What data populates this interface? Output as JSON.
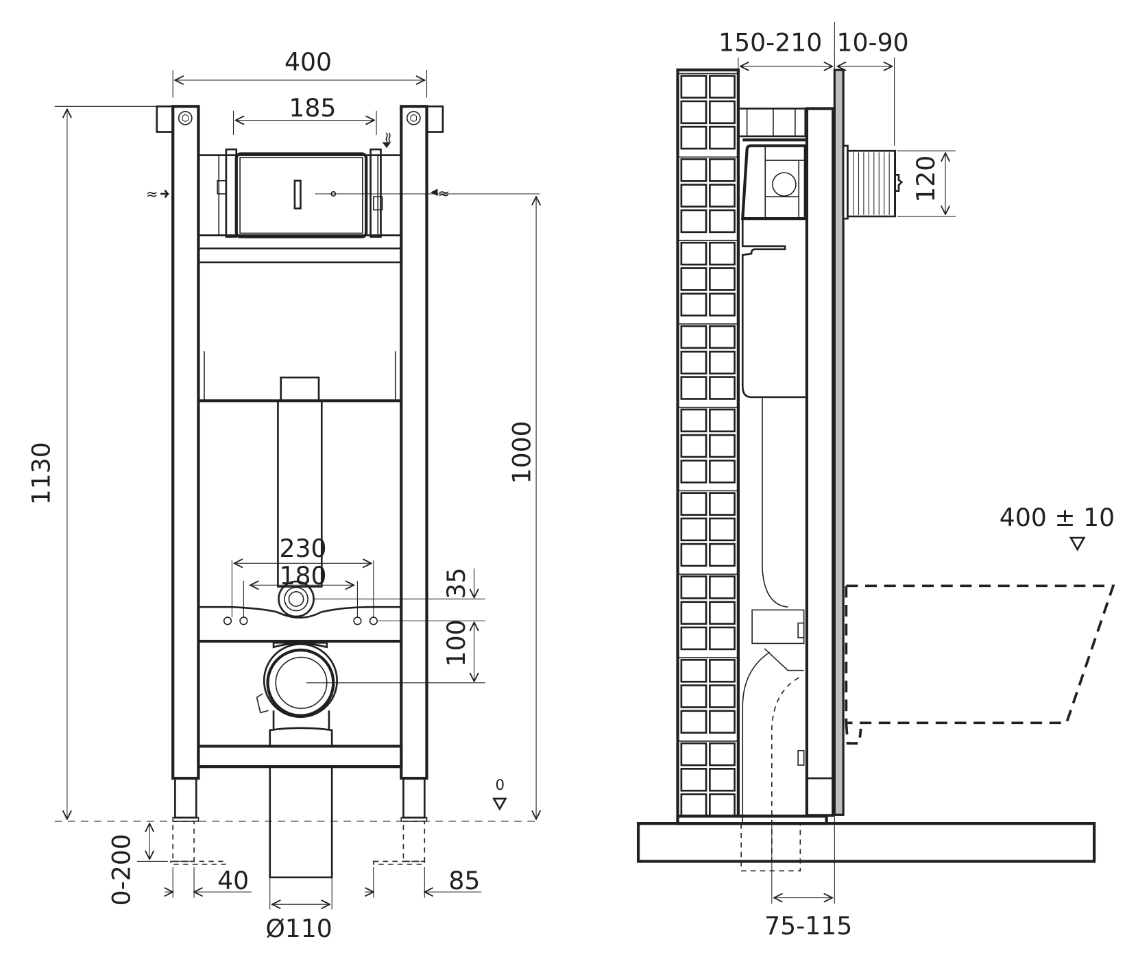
{
  "drawing": {
    "title": "Wall-hung WC installation frame — front and side views",
    "colors": {
      "line": "#231f20",
      "panel": "#bcbec0",
      "background": "#ffffff"
    }
  },
  "front_view": {
    "dims": {
      "frame_width": "400",
      "flush_plate_width": "185",
      "total_height": "1130",
      "flush_height": "1000",
      "bolt_outer": "230",
      "bolt_inner": "180",
      "inlet_offset": "35",
      "outlet_offset": "100",
      "leg_adjust": "0-200",
      "foot_width": "40",
      "foot_depth": "85",
      "drain_diameter": "Ø110",
      "floor_level": "0"
    },
    "icons": [
      "water-inlet-left-icon",
      "water-inlet-right-icon",
      "water-inlet-top-icon",
      "floor-level-marker-icon"
    ]
  },
  "side_view": {
    "dims": {
      "frame_depth": "150-210",
      "panel_offset": "10-90",
      "button_height": "120",
      "bowl_height": "400 ± 10",
      "drain_offset": "75-115"
    },
    "icons": [
      "bowl-height-marker-icon"
    ]
  }
}
